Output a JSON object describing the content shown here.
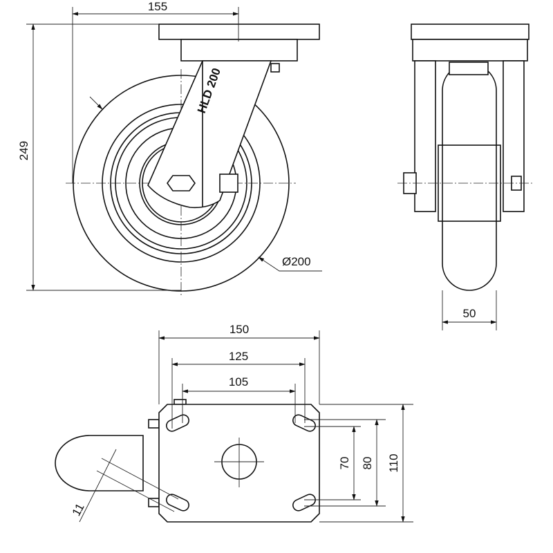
{
  "title": "Swivel castor technical drawing",
  "colors": {
    "line": "#111111",
    "background": "#ffffff"
  },
  "side_view": {
    "offset_label": "155",
    "height_label": "249",
    "diameter_label": "Ø200",
    "fork_marking": "HLD 200"
  },
  "front_view": {
    "width_label": "50"
  },
  "plate_view": {
    "plate_width_label": "150",
    "hole_spacing_outer_label": "125",
    "hole_spacing_inner_label": "105",
    "hole_vertical_inner_label": "70",
    "hole_vertical_outer_label": "80",
    "plate_height_label": "110",
    "slot_width_label": "11"
  }
}
